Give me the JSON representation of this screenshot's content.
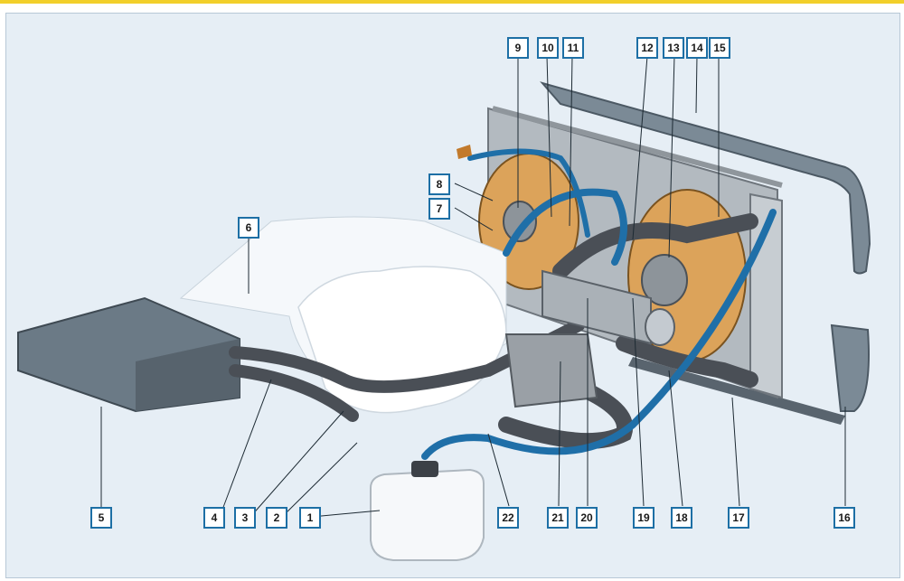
{
  "colors": {
    "accent_bar": "#f2cf2a",
    "panel_background": "#e6eef5",
    "label_border": "#1d6fa5",
    "hose_dark": "#4a4f56",
    "hose_blue": "#1f6fa8",
    "fan_orange": "#d9862a",
    "radiator_gray": "#9aa0a6"
  },
  "labels": {
    "l1": "1",
    "l2": "2",
    "l3": "3",
    "l4": "4",
    "l5": "5",
    "l6": "6",
    "l7": "7",
    "l8": "8",
    "l9": "9",
    "l10": "10",
    "l11": "11",
    "l12": "12",
    "l13": "13",
    "l14": "14",
    "l15": "15",
    "l16": "16",
    "l17": "17",
    "l18": "18",
    "l19": "19",
    "l20": "20",
    "l21": "21",
    "l22": "22"
  }
}
